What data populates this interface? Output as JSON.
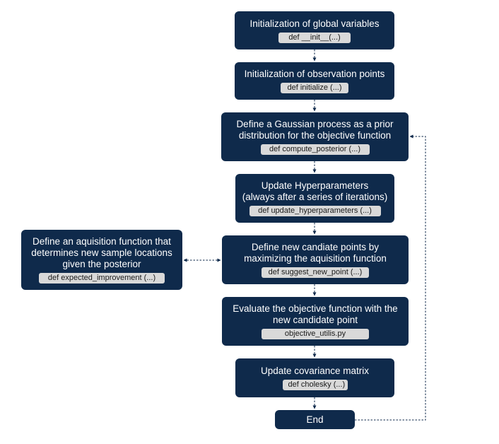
{
  "steps": {
    "init_globals": {
      "title": "Initialization of global variables",
      "code": "def __init__(...)"
    },
    "init_obs": {
      "title": "Initialization of observation points",
      "code": "def initialize (...)"
    },
    "gaussian_process": {
      "title": "Define a Gaussian process as a prior\ndistribution for the objective function",
      "code": "def compute_posterior (...)"
    },
    "update_hyper": {
      "title": "Update Hyperparameters\n(always after a series of iterations)",
      "code": "def update_hyperparameters (...)"
    },
    "candidate_points": {
      "title": "Define new candiate points by\nmaximizing the aquisition function",
      "code": "def suggest_new_point (...)"
    },
    "evaluate": {
      "title": "Evaluate the objective function with the\nnew candidate point",
      "code": "objective_utilis.py"
    },
    "covariance": {
      "title": "Update covariance matrix",
      "code": "def cholesky (...)"
    },
    "end": {
      "title": "End"
    }
  },
  "side": {
    "acquisition": {
      "title": "Define an aquisition function that\ndetermines new sample locations\ngiven the posterior",
      "code": "def expected_improvement (...)"
    }
  },
  "colors": {
    "box": "#0f2a4b",
    "code_bg": "#d9d9d9",
    "connector": "#0f2a4b"
  }
}
